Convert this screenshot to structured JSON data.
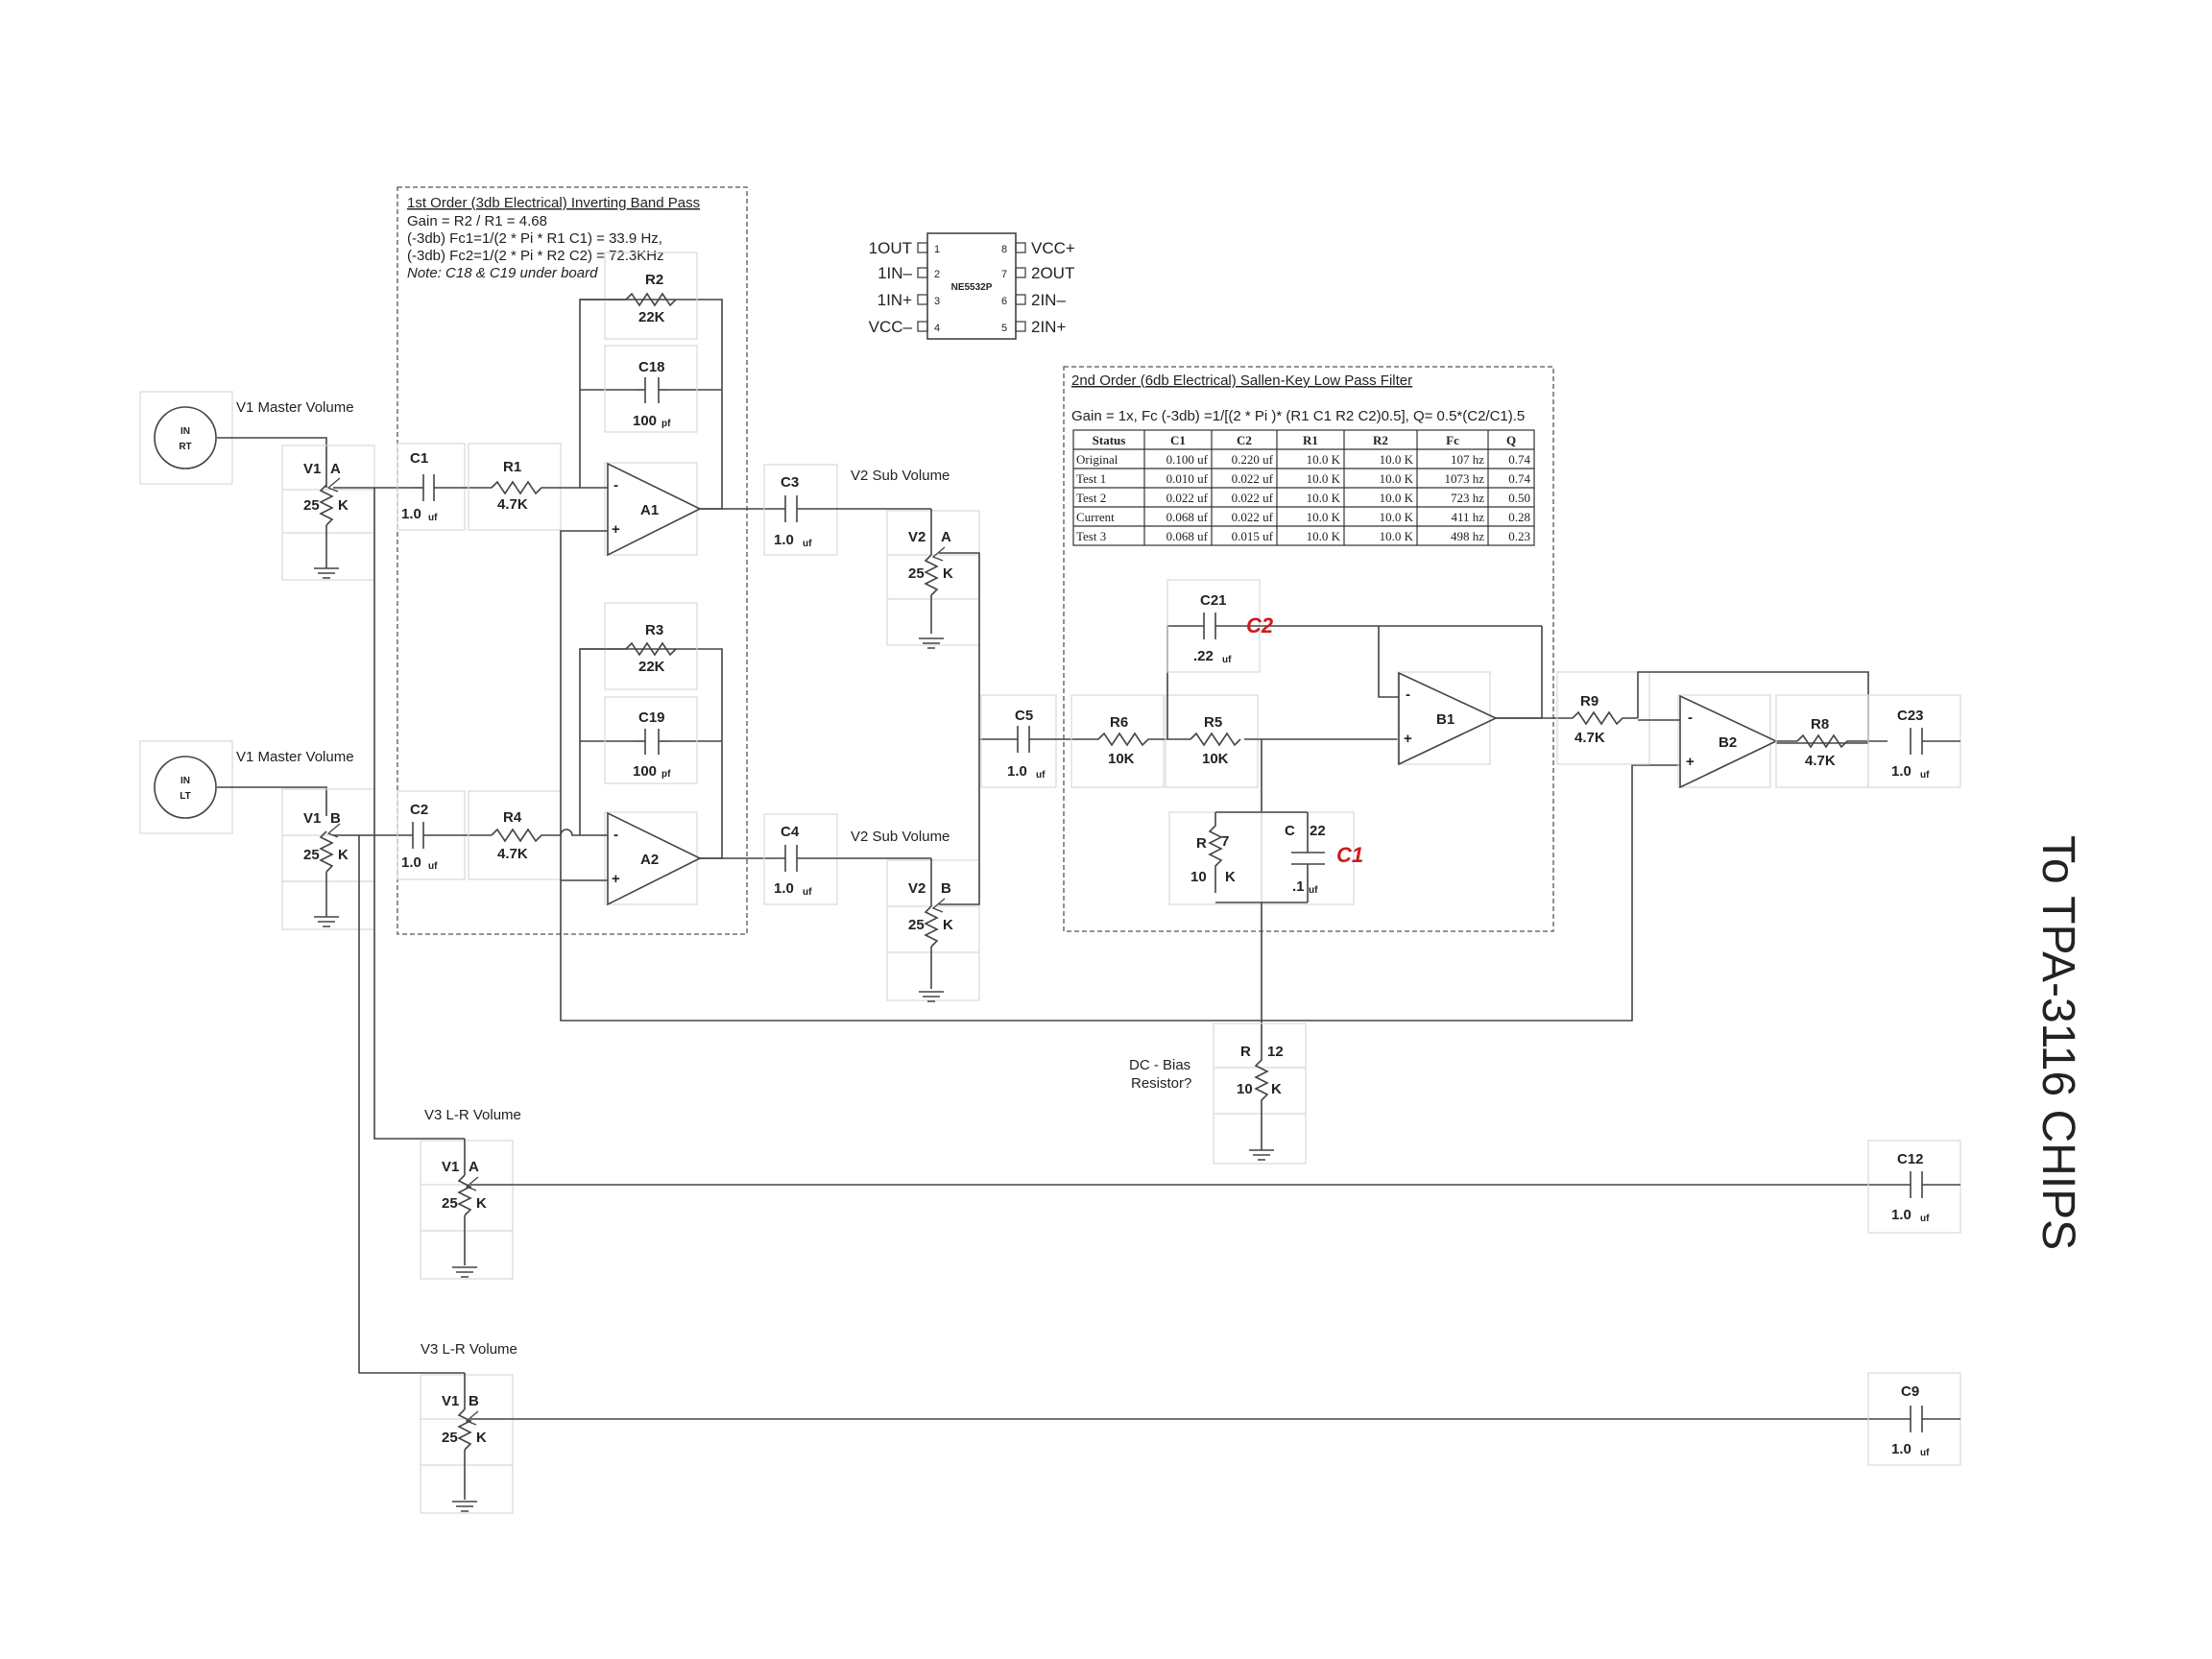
{
  "inputs": {
    "rt": [
      "IN",
      "RT"
    ],
    "lt": [
      "IN",
      "LT"
    ]
  },
  "labels": {
    "v1_master": "V1 Master Volume",
    "v2_sub": "V2 Sub Volume",
    "v3_lr": "V3 L-R Volume",
    "dc_bias_1": "DC - Bias",
    "dc_bias_2": "Resistor?",
    "output": "To TPA-3116 CHIPS"
  },
  "bandpass": {
    "title": "1st Order (3db Electrical) Inverting  Band Pass",
    "gain": "Gain = R2 / R1 = 4.68",
    "fc1": "(-3db) Fc1=1/(2 * Pi * R1 C1) = 33.9 Hz,",
    "fc2": "(-3db) Fc2=1/(2 * Pi * R2 C2) =  72.3KHz",
    "note": "Note: C18 & C19 under board"
  },
  "lowpass": {
    "title": "2nd Order (6db Electrical) Sallen-Key  Low Pass Filter",
    "formula": "Gain = 1x, Fc (-3db) =1/[(2 * Pi )* (R1 C1 R2 C2)0.5], Q= 0.5*(C2/C1).5",
    "table": {
      "headers": [
        "Status",
        "C1",
        "C2",
        "R1",
        "R2",
        "Fc",
        "Q"
      ],
      "rows": [
        [
          "Original",
          "0.100 uf",
          "0.220 uf",
          "10.0 K",
          "10.0 K",
          "107 hz",
          "0.74"
        ],
        [
          "Test 1",
          "0.010 uf",
          "0.022 uf",
          "10.0 K",
          "10.0 K",
          "1073 hz",
          "0.74"
        ],
        [
          "Test 2",
          "0.022 uf",
          "0.022 uf",
          "10.0 K",
          "10.0 K",
          "723 hz",
          "0.50"
        ],
        [
          "Current",
          "0.068 uf",
          "0.022 uf",
          "10.0 K",
          "10.0 K",
          "411 hz",
          "0.28"
        ],
        [
          "Test 3",
          "0.068 uf",
          "0.015 uf",
          "10.0 K",
          "10.0 K",
          "498 hz",
          "0.23"
        ]
      ]
    }
  },
  "chip": {
    "name": "NE5532P",
    "left_pins": [
      [
        "1OUT",
        "1"
      ],
      [
        "1IN–",
        "2"
      ],
      [
        "1IN+",
        "3"
      ],
      [
        "VCC–",
        "4"
      ]
    ],
    "right_pins": [
      [
        "8",
        "VCC+"
      ],
      [
        "7",
        "2OUT"
      ],
      [
        "6",
        "2IN–"
      ],
      [
        "5",
        "2IN+"
      ]
    ]
  },
  "components": {
    "R2": [
      "R2",
      "22K"
    ],
    "C18": [
      "C18",
      "100",
      "pf"
    ],
    "R3": [
      "R3",
      "22K"
    ],
    "C19": [
      "C19",
      "100",
      "pf"
    ],
    "C1": [
      "C1",
      "1.0",
      "uf"
    ],
    "R1": [
      "R1",
      "4.7K"
    ],
    "C2": [
      "C2",
      "1.0",
      "uf"
    ],
    "R4": [
      "R4",
      "4.7K"
    ],
    "C3": [
      "C3",
      "1.0",
      "uf"
    ],
    "C4": [
      "C4",
      "1.0",
      "uf"
    ],
    "C5": [
      "C5",
      "1.0",
      "uf"
    ],
    "R6": [
      "R6",
      "10K"
    ],
    "R5": [
      "R5",
      "10K"
    ],
    "C21": [
      "C21",
      ".22",
      "uf",
      "C2"
    ],
    "R7": [
      "R",
      "7",
      "10",
      "K"
    ],
    "C22": [
      "C",
      "22",
      ".1",
      "uf",
      "C1"
    ],
    "R9": [
      "R9",
      "4.7K"
    ],
    "R8": [
      "R8",
      "4.7K"
    ],
    "C23": [
      "C23",
      "1.0",
      "uf"
    ],
    "C12": [
      "C12",
      "1.0",
      "uf"
    ],
    "C9": [
      "C9",
      "1.0",
      "uf"
    ],
    "R12": [
      "R",
      "12",
      "10",
      "K"
    ],
    "V1A": [
      "V1",
      "A",
      "25",
      "K"
    ],
    "V1B": [
      "V1",
      "B",
      "25",
      "K"
    ],
    "V2A": [
      "V2",
      "A",
      "25",
      "K"
    ],
    "V2B": [
      "V2",
      "B",
      "25",
      "K"
    ],
    "V3A": [
      "V1",
      "A",
      "25",
      "K"
    ],
    "V3B": [
      "V1",
      "B",
      "25",
      "K"
    ]
  },
  "opamps": {
    "A1": "A1",
    "A2": "A2",
    "B1": "B1",
    "B2": "B2",
    "minus": "-",
    "plus": "+"
  }
}
